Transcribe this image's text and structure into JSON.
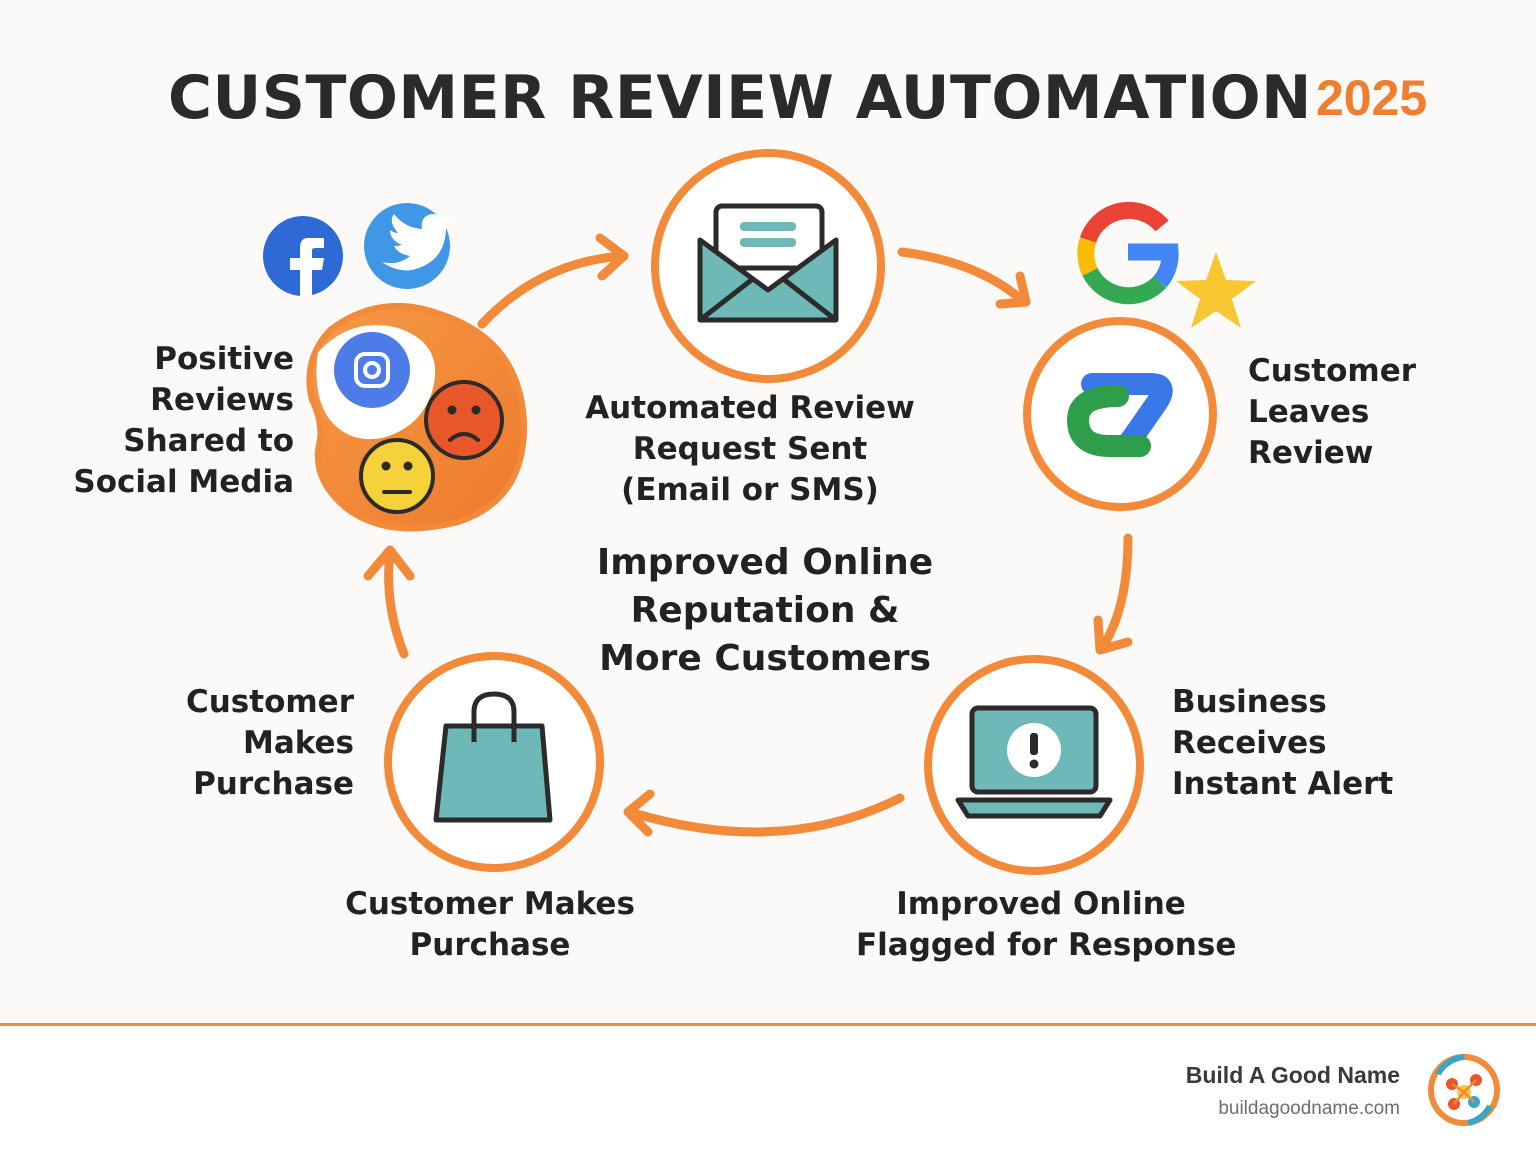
{
  "header": {
    "title": "CUSTOMER REVIEW AUTOMATION",
    "year": "2025"
  },
  "colors": {
    "accent_orange": "#f07e2e",
    "icon_teal": "#6fb8b8",
    "outline_dark": "#2b2b2b"
  },
  "steps": {
    "review_request": {
      "icon": "envelope-icon",
      "lines": [
        "Automated Review",
        "Request Sent",
        "(Email or SMS)"
      ]
    },
    "customer_review": {
      "icon": "google-review-icon",
      "lines": [
        "Customer",
        "Leaves",
        "Review"
      ]
    },
    "business_alert": {
      "icon": "laptop-alert-icon",
      "lines": [
        "Business",
        "Receives",
        "Instant Alert"
      ],
      "caption_lines": [
        "Improved Online",
        "Flagged for Response"
      ]
    },
    "purchase": {
      "icon": "shopping-bag-icon",
      "lines": [
        "Customer",
        "Makes",
        "Purchase"
      ],
      "caption_lines": [
        "Customer Makes",
        "Purchase"
      ]
    },
    "social_share": {
      "icon": "social-sentiment-icon",
      "lines": [
        "Positive",
        "Reviews",
        "Shared to",
        "Social Media"
      ]
    }
  },
  "center": {
    "lines": [
      "Improved Online",
      "Reputation &",
      "More Customers"
    ]
  },
  "footer": {
    "brand_name": "Build A Good Name",
    "brand_url": "buildagoodname.com"
  }
}
